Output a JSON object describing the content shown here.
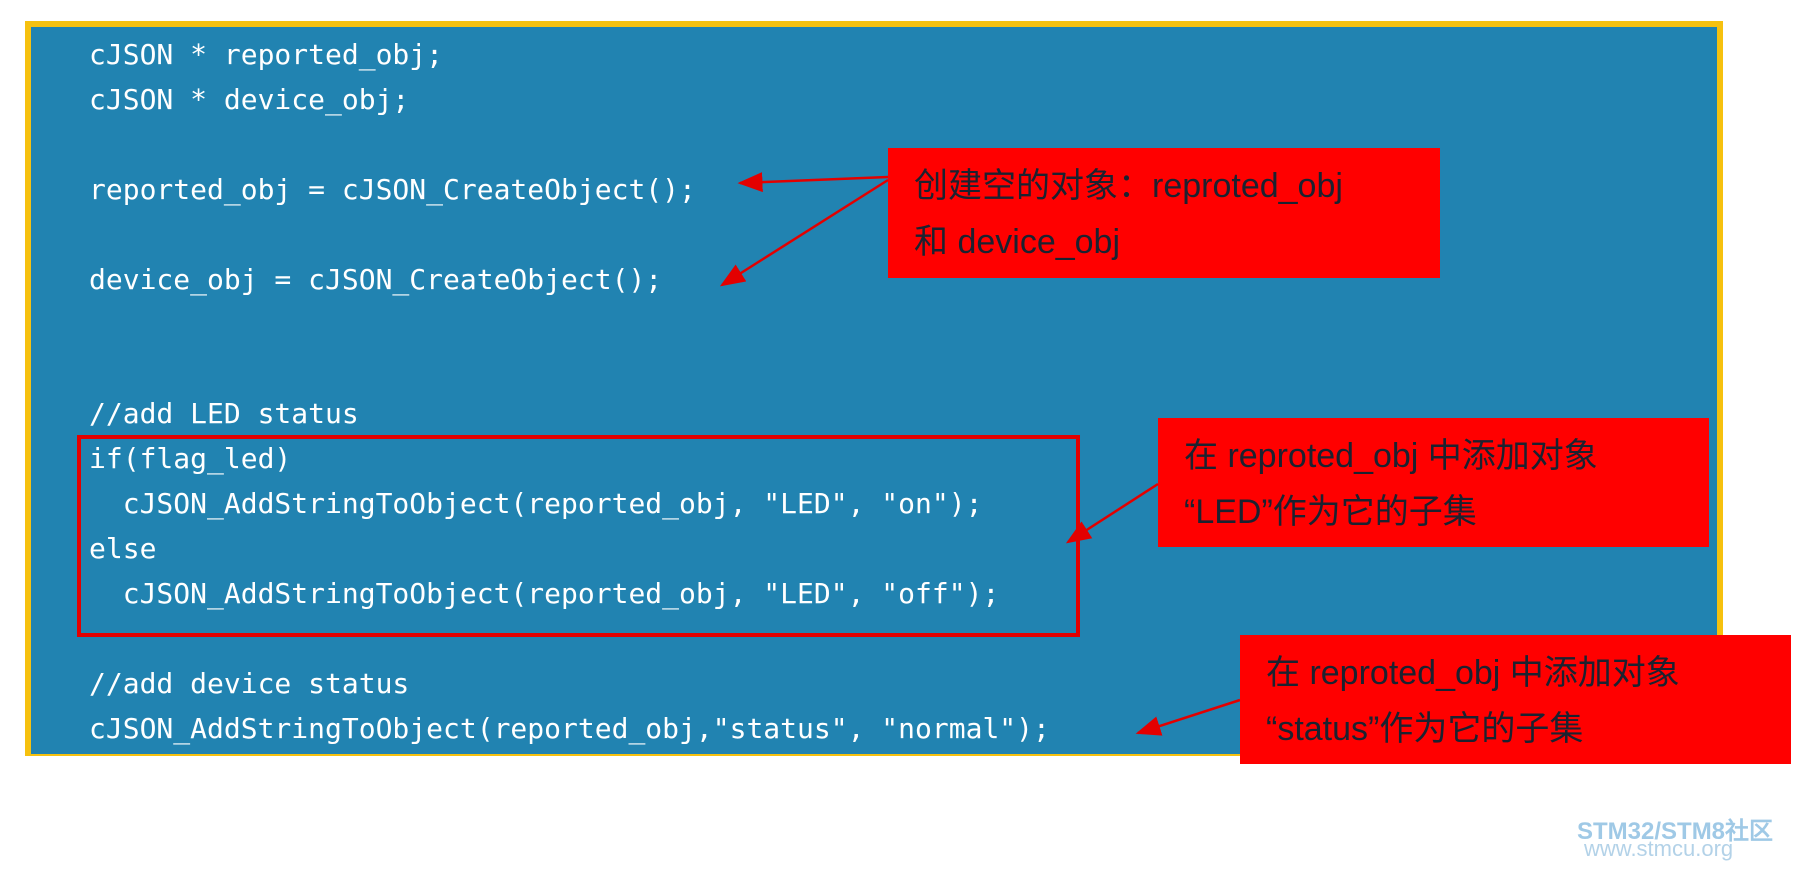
{
  "code_lines": [
    "cJSON * reported_obj;",
    "cJSON * device_obj;",
    "reported_obj = cJSON_CreateObject();",
    "device_obj = cJSON_CreateObject();",
    "//add LED status",
    "if(flag_led)",
    "  cJSON_AddStringToObject(reported_obj, \"LED\", \"on\");",
    "else",
    "  cJSON_AddStringToObject(reported_obj, \"LED\", \"off\");",
    "//add device status",
    "cJSON_AddStringToObject(reported_obj,\"status\", \"normal\");"
  ],
  "annotations": [
    {
      "line1": "创建空的对象：reproted_obj",
      "line2": "和 device_obj"
    },
    {
      "line1": "在 reproted_obj 中添加对象",
      "line2": "“LED”作为它的子集"
    },
    {
      "line1": "在 reproted_obj 中添加对象",
      "line2": "“status”作为它的子集"
    }
  ],
  "watermark": {
    "brand": "STM32/STM8社区",
    "url": "www.stmcu.org"
  },
  "colors": {
    "background": "#2183b1",
    "border": "#f6c10f",
    "annotation_fill": "#ff0000",
    "annotation_text": "#1b2230",
    "code_text": "#ffffff",
    "arrow": "#e30000"
  }
}
